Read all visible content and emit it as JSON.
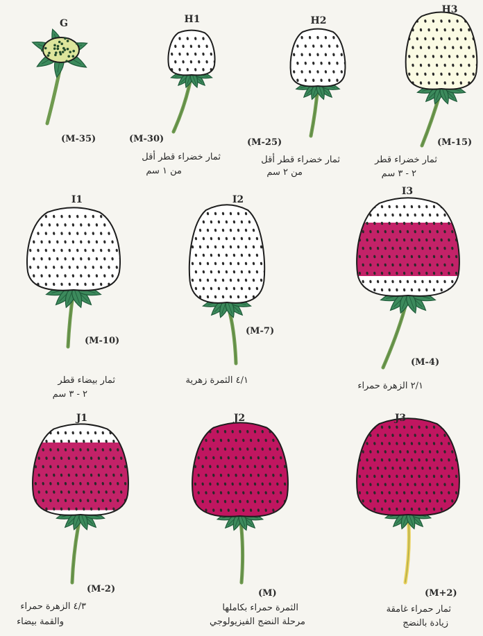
{
  "colors": {
    "leaf": "#3c8a5c",
    "leaf_dark": "#1f5a3a",
    "stem_green": "#6f9a4f",
    "stem_yellow": "#e8cf5a",
    "green_fruit": "#dde59c",
    "pale_fruit": "#fbfbe4",
    "white_fruit": "#ffffff",
    "red_fruit": "#c01660",
    "seed": "#2a2a2a"
  },
  "stages": [
    {
      "letter": "G",
      "code": "(M-35)",
      "caption": []
    },
    {
      "letter": "H1",
      "code": "(M-30)",
      "caption": [
        "ثمار خضراء قطر أقل",
        "من ١ سم"
      ]
    },
    {
      "letter": "H2",
      "code": "(M-25)",
      "caption": [
        "ثمار خضراء قطر أقل",
        "من ٢ سم"
      ]
    },
    {
      "letter": "H3",
      "code": "(M-15)",
      "caption": [
        "ثمار خضراء قطر",
        "٢ - ٣ سم"
      ]
    },
    {
      "letter": "I1",
      "code": "(M-10)",
      "caption": [
        "ثمار بيضاء قطر",
        "٢ - ٣ سم"
      ]
    },
    {
      "letter": "I2",
      "code": "(M-7)",
      "caption": [
        "٤/١ الثمرة زهرية"
      ]
    },
    {
      "letter": "I3",
      "code": "(M-4)",
      "caption": [
        "٢/١ الزهرة حمراء"
      ]
    },
    {
      "letter": "J1",
      "code": "(M-2)",
      "caption": [
        "٤/٣ الزهرة حمراء",
        "والقمة بيضاء"
      ]
    },
    {
      "letter": "J2",
      "code": "(M)",
      "caption": [
        "الثمرة حمراء بكاملها",
        "مرحلة النضج الفيزيولوجي"
      ]
    },
    {
      "letter": "J3",
      "code": "(M+2)",
      "caption": [
        "ثمار حمراء غامقة",
        "زيادة بالنضج"
      ]
    }
  ]
}
